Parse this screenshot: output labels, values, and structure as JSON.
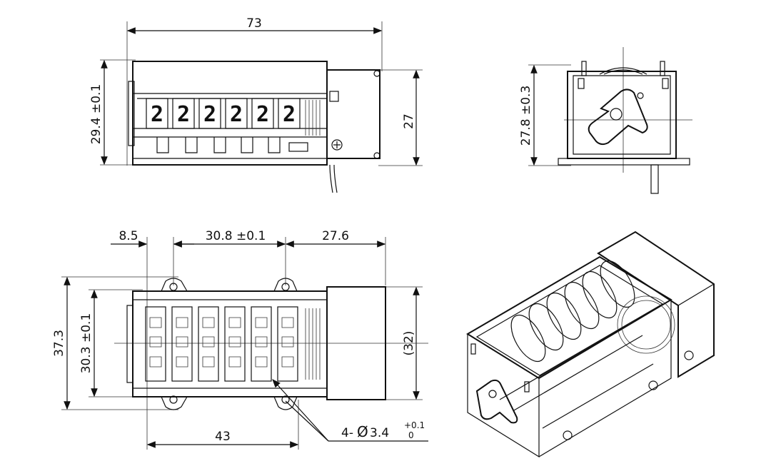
{
  "dimensions": {
    "top_width": "73",
    "top_height_left": "29.4 ±0.1",
    "top_height_right": "27",
    "side_height": "27.8 ±0.3",
    "bottom_left_offset": "8.5",
    "bottom_hole_spacing": "30.8 ±0.1",
    "bottom_right_offset": "27.6",
    "bottom_overall_height": "37.3",
    "bottom_inner_height": "30.3 ±0.1",
    "bottom_ref_height": "(32)",
    "bottom_width": "43",
    "hole_callout_prefix": "4-",
    "hole_callout_symbol": "Ø",
    "hole_callout_value": "3.4",
    "hole_tol_upper": "+0.1",
    "hole_tol_lower": "0"
  },
  "counter_digits": [
    "2",
    "2",
    "2",
    "2",
    "2",
    "2"
  ]
}
